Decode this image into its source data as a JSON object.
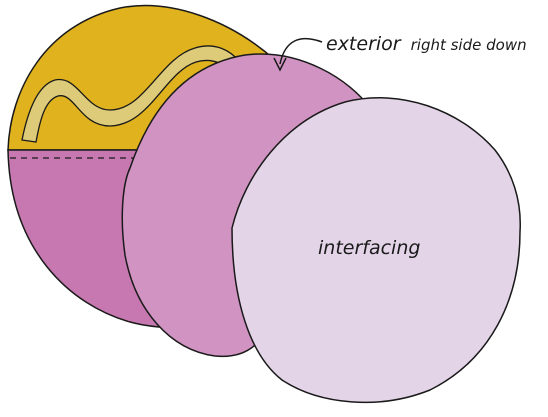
{
  "labels": {
    "exterior_main": "exterior",
    "exterior_rest": "right side down",
    "interfacing": "interfacing"
  },
  "colors": {
    "lining_mustard": "#DFB21E",
    "lining_stripe": "#DECB79",
    "pocket_magenta": "#C878B0",
    "exterior_pink": "#D194C2",
    "interfacing_lilac": "#E3D4E8",
    "outline": "#1A1A1A"
  },
  "icons": {
    "callout_arrow": "curved-arrow-icon"
  }
}
